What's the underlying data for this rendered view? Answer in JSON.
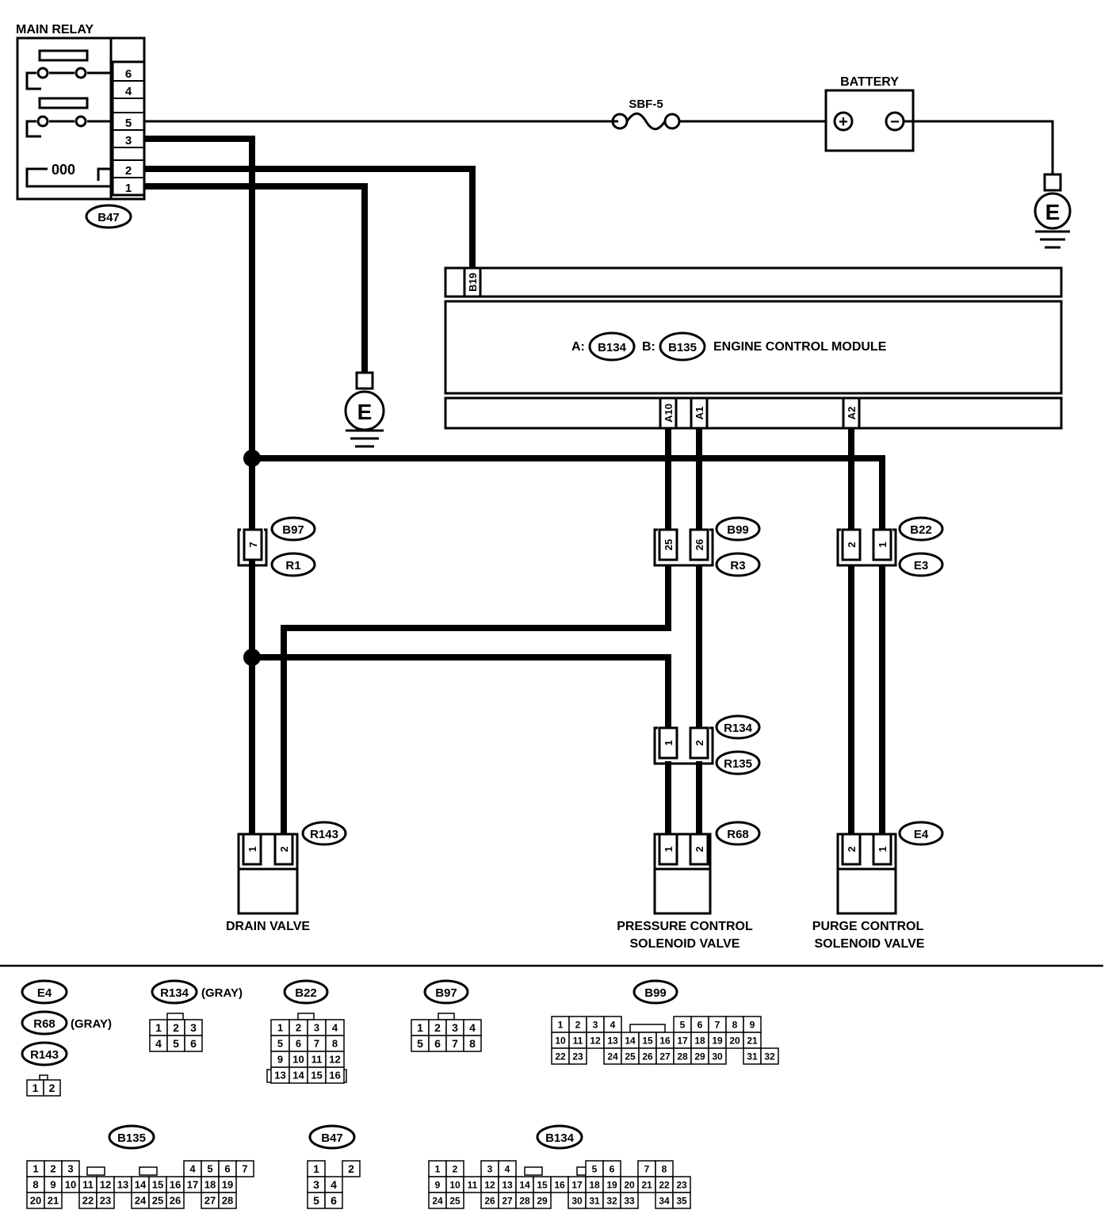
{
  "main_relay": {
    "title": "MAIN RELAY",
    "terminals": [
      "6",
      "4",
      "5",
      "3",
      "2",
      "1"
    ],
    "coil": "000",
    "connector": "B47"
  },
  "fuse": {
    "label": "SBF-5"
  },
  "battery": {
    "title": "BATTERY",
    "plus": "+",
    "minus": "−"
  },
  "ground_label": "E",
  "ecm": {
    "title": "ENGINE CONTROL MODULE",
    "a_prefix": "A:",
    "b_prefix": "B:",
    "connector_a": "B134",
    "connector_b": "B135",
    "pin_b19": "B19",
    "pin_a10": "A10",
    "pin_a1": "A1",
    "pin_a2": "A2"
  },
  "junctions": {
    "b97": {
      "top": "B97",
      "bottom": "R1",
      "pin": "7"
    },
    "b99": {
      "top": "B99",
      "bottom": "R3",
      "pins": [
        "25",
        "26"
      ]
    },
    "b22": {
      "top": "B22",
      "bottom": "E3",
      "pins": [
        "2",
        "1"
      ]
    },
    "r134": {
      "top": "R134",
      "bottom": "R135",
      "pins": [
        "1",
        "2"
      ]
    }
  },
  "components": {
    "drain_valve": {
      "label": "DRAIN VALVE",
      "connector": "R143",
      "pins": [
        "1",
        "2"
      ]
    },
    "pressure_valve": {
      "label_line1": "PRESSURE CONTROL",
      "label_line2": "SOLENOID VALVE",
      "connector": "R68",
      "pins": [
        "1",
        "2"
      ]
    },
    "purge_valve": {
      "label_line1": "PURGE CONTROL",
      "label_line2": "SOLENOID VALVE",
      "connector": "E4",
      "pins": [
        "2",
        "1"
      ]
    }
  },
  "connector_views": {
    "e4_group": {
      "labels": [
        "E4",
        "R68",
        "R143"
      ],
      "note": "(GRAY)",
      "rows": [
        [
          "1",
          "2"
        ]
      ]
    },
    "r134": {
      "label": "R134",
      "note": "(GRAY)",
      "rows": [
        [
          "1",
          "2",
          "3"
        ],
        [
          "4",
          "5",
          "6"
        ]
      ]
    },
    "b22": {
      "label": "B22",
      "rows": [
        [
          "1",
          "2",
          "3",
          "4"
        ],
        [
          "5",
          "6",
          "7",
          "8"
        ],
        [
          "9",
          "10",
          "11",
          "12"
        ],
        [
          "13",
          "14",
          "15",
          "16"
        ]
      ]
    },
    "b97": {
      "label": "B97",
      "rows": [
        [
          "1",
          "2",
          "3",
          "4"
        ],
        [
          "5",
          "6",
          "7",
          "8"
        ]
      ]
    },
    "b99": {
      "label": "B99",
      "rows": [
        [
          "1",
          "2",
          "3",
          "4",
          "",
          "",
          "",
          "5",
          "6",
          "7",
          "8",
          "9"
        ],
        [
          "10",
          "11",
          "12",
          "13",
          "14",
          "15",
          "16",
          "17",
          "18",
          "19",
          "20",
          "21"
        ],
        [
          "22",
          "23",
          "",
          "24",
          "25",
          "26",
          "27",
          "28",
          "29",
          "30",
          "",
          "31",
          "32"
        ]
      ]
    },
    "b135": {
      "label": "B135",
      "rows": [
        [
          "1",
          "2",
          "3",
          "",
          "",
          "",
          "",
          "",
          "",
          "4",
          "5",
          "6",
          "7"
        ],
        [
          "8",
          "9",
          "10",
          "11",
          "12",
          "13",
          "14",
          "15",
          "16",
          "17",
          "18",
          "19"
        ],
        [
          "20",
          "21",
          "",
          "22",
          "23",
          "",
          "24",
          "25",
          "26",
          "",
          "27",
          "28"
        ]
      ]
    },
    "b47": {
      "label": "B47",
      "rows": [
        [
          "1",
          "",
          "2"
        ],
        [
          "3",
          "4"
        ],
        [
          "5",
          "6"
        ]
      ]
    },
    "b134": {
      "label": "B134",
      "rows": [
        [
          "1",
          "2",
          "",
          "3",
          "4",
          "",
          "",
          "",
          "",
          "5",
          "6",
          "",
          "7",
          "8"
        ],
        [
          "9",
          "10",
          "11",
          "12",
          "13",
          "14",
          "15",
          "16",
          "17",
          "18",
          "19",
          "20",
          "21",
          "22",
          "23"
        ],
        [
          "24",
          "25",
          "",
          "26",
          "27",
          "28",
          "29",
          "",
          "30",
          "31",
          "32",
          "33",
          "",
          "34",
          "35"
        ]
      ]
    }
  }
}
